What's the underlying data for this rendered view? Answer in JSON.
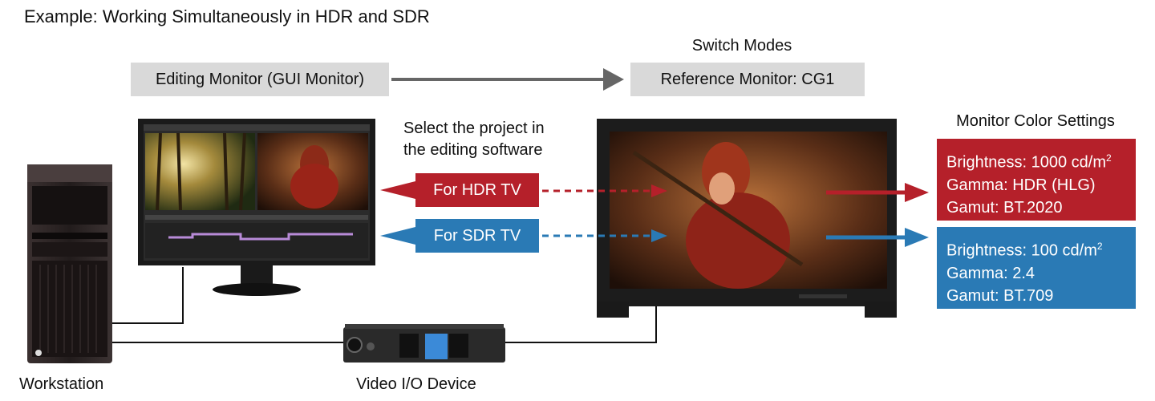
{
  "title": "Example: Working Simultaneously in HDR and SDR",
  "editing_monitor_label": "Editing Monitor (GUI Monitor)",
  "switch_modes_label": "Switch Modes",
  "reference_monitor_label": "Reference Monitor: CG1",
  "select_project_line1": "Select the project in",
  "select_project_line2": "the editing software",
  "hdr_tag": "For HDR TV",
  "sdr_tag": "For SDR TV",
  "monitor_color_settings_label": "Monitor Color Settings",
  "hdr_settings": {
    "brightness": "Brightness: 1000 cd/m",
    "brightness_sup": "2",
    "gamma": "Gamma: HDR (HLG)",
    "gamut": "Gamut: BT.2020"
  },
  "sdr_settings": {
    "brightness": "Brightness: 100 cd/m",
    "brightness_sup": "2",
    "gamma": "Gamma: 2.4",
    "gamut": "Gamut: BT.709"
  },
  "workstation_label": "Workstation",
  "video_io_label": "Video I/O Device",
  "colors": {
    "hdr_red": "#b5202a",
    "sdr_blue": "#2a7ab5",
    "box_gray": "#d9d9d9",
    "arrow_gray": "#666666"
  },
  "icons": [
    "workstation-tower-icon",
    "gui-monitor-icon",
    "reference-monitor-icon",
    "video-io-device-icon"
  ]
}
